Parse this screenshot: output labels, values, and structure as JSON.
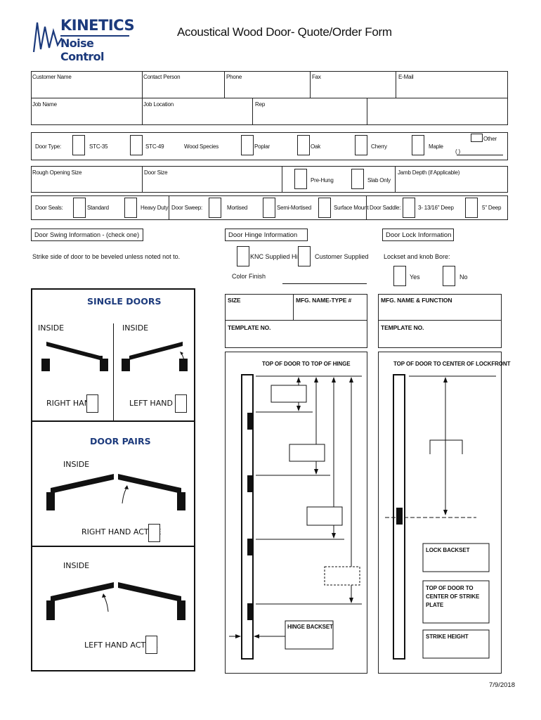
{
  "logo": {
    "line1": "KINETICS",
    "line2": "Noise Control"
  },
  "title": "Acoustical Wood Door- Quote/Order Form",
  "row1": {
    "customer_name": "Customer Name",
    "contact_person": "Contact Person",
    "phone": "Phone",
    "fax": "Fax",
    "email": "E-Mail"
  },
  "row2": {
    "job_name": "Job Name",
    "job_location": "Job Location",
    "rep": "Rep"
  },
  "door_type": {
    "label": "Door Type:",
    "stc35": "STC-35",
    "stc49": "STC-49",
    "wood_species": "Wood Species",
    "poplar": "Poplar",
    "oak": "Oak",
    "cherry": "Cherry",
    "maple": "Maple",
    "other": "Other",
    "paren": "(                              )"
  },
  "row4": {
    "rough_opening": "Rough Opening Size",
    "door_size": "Door Size",
    "pre_hung": "Pre-Hung",
    "slab_only": "Slab Only",
    "jamb_depth": "Jamb Depth (if Applicable)"
  },
  "row5": {
    "door_seals": "Door Seals:",
    "standard": "Standard",
    "heavy_duty": "Heavy Duty",
    "door_sweep": "Door Sweep:",
    "mortised": "Mortised",
    "semi_mortised": "Semi-Mortised",
    "surface_mount": "Surface Mount",
    "door_saddle": "Door Saddle:",
    "d1": "3- 13/16\" Deep",
    "d2": "5\" Deep"
  },
  "swing": {
    "header": "Door Swing Information - (check one)",
    "note": "Strike side of door to be beveled unless noted not to."
  },
  "hinge": {
    "header": "Door Hinge Information",
    "knc": "KNC Supplied Hinge",
    "customer": "Customer Supplied",
    "color_finish": "Color Finish"
  },
  "lock": {
    "header": "Door Lock Information",
    "bore": "Lockset and knob Bore:",
    "yes": "Yes",
    "no": "No"
  },
  "single": {
    "heading": "SINGLE DOORS",
    "inside_l": "INSIDE",
    "inside_r": "INSIDE",
    "right_hand": "RIGHT HAND",
    "left_hand": "LEFT HAND"
  },
  "pairs": {
    "heading": "DOOR PAIRS",
    "inside1": "INSIDE",
    "rha": "RIGHT HAND ACTIVE",
    "inside2": "INSIDE",
    "lha": "LEFT HAND ACTIVE"
  },
  "hinge_panel": {
    "size": "SIZE",
    "mfg": "MFG. NAME-TYPE #",
    "template": "TEMPLATE NO.",
    "top_label": "TOP OF DOOR TO TOP OF HINGE",
    "backset": "HINGE BACKSET"
  },
  "lock_panel": {
    "mfg": "MFG. NAME & FUNCTION",
    "template": "TEMPLATE NO.",
    "top_label": "TOP OF DOOR TO CENTER OF LOCKFRONT",
    "backset": "LOCK BACKSET",
    "strike_center": "TOP OF DOOR TO CENTER OF STRIKE PLATE",
    "strike_height": "STRIKE HEIGHT"
  },
  "date": "7/9/2018"
}
